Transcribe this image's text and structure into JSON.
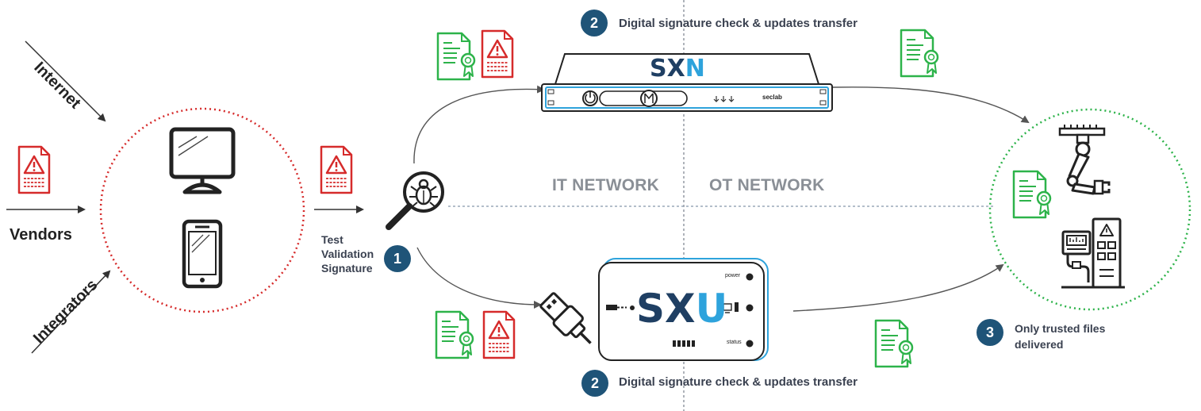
{
  "sources": {
    "internet": "Internet",
    "vendors": "Vendors",
    "integrators": "Integrators"
  },
  "networks": {
    "it": "IT NETWORK",
    "ot": "OT NETWORK"
  },
  "steps": {
    "test_lines": [
      "Test",
      "Validation",
      "Signature"
    ],
    "step1_number": "1",
    "step2_number": "2",
    "step2_label": "Digital signature check & updates transfer",
    "step3_number": "3",
    "step3_lines": [
      "Only trusted files",
      "delivered"
    ]
  },
  "devices": {
    "sxn": {
      "logo_sx": "SX",
      "logo_n": "N",
      "brand": "seclab"
    },
    "sxu": {
      "logo_sx": "SX",
      "logo_u": "U",
      "power": "power",
      "status": "status"
    }
  },
  "colors": {
    "green": "#2db34a",
    "red": "#d62b2b",
    "navy": "#1f5478",
    "blue": "#2ea3dc",
    "gray_label": "#8a8f96"
  },
  "icons": [
    "monitor-icon",
    "smartphone-icon",
    "warning-file-icon",
    "certificate-file-icon",
    "magnifier-bug-icon",
    "usb-plug-icon",
    "robot-arm-icon",
    "control-panel-icon"
  ]
}
